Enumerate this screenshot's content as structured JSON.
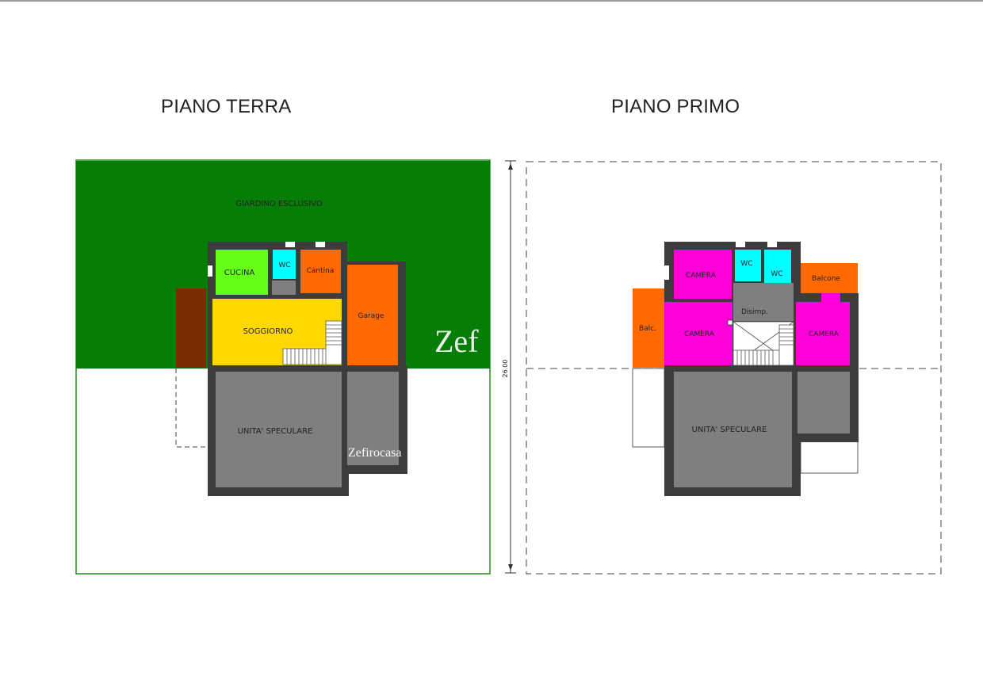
{
  "titles": {
    "ground": "PIANO TERRA",
    "first": "PIANO PRIMO"
  },
  "ground_floor": {
    "garden": "GIARDINO  ESCLUSIVO",
    "cucina": "CUCINA",
    "wc": "WC",
    "cantina": "Cantina",
    "garage": "Garage",
    "soggiorno": "SOGGIORNO",
    "speculare": "UNITA' SPECULARE"
  },
  "first_floor": {
    "camera_top_left": "CAMERA",
    "wc_left": "WC",
    "wc_right": "WC",
    "balcone": "Balcone",
    "disimpegno": "Disimp.",
    "balc": "Balc.",
    "camera_left": "CAMERA",
    "camera_right": "CAMERA",
    "speculare": "UNITA' SPECULARE"
  },
  "dimension": "26.00",
  "watermarks": {
    "large": "Zef",
    "small": "Zefirocasa"
  },
  "colors": {
    "garden": "#067d06",
    "kitchen": "#66ff1a",
    "wc": "#00ffff",
    "cantina_garage": "#ff6a00",
    "living": "#ffd800",
    "camera": "#ff00d8",
    "mirror_unit": "#7f7f7f",
    "wall": "#3c3c3c",
    "door_brown": "#7a2e00"
  }
}
